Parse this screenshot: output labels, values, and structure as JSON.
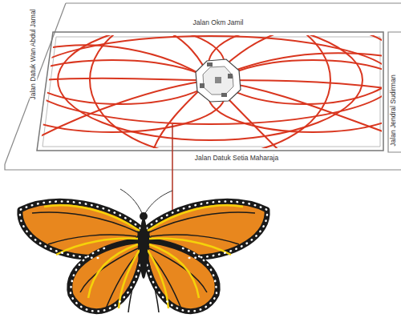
{
  "diagram": {
    "labels": [
      "Jalan Okm Jamil",
      "Jalan Datuk Wan Abdul Jamal",
      "Jalan Jendral Sudirman",
      "Jalan Datuk Setia Maharaja"
    ]
  }
}
